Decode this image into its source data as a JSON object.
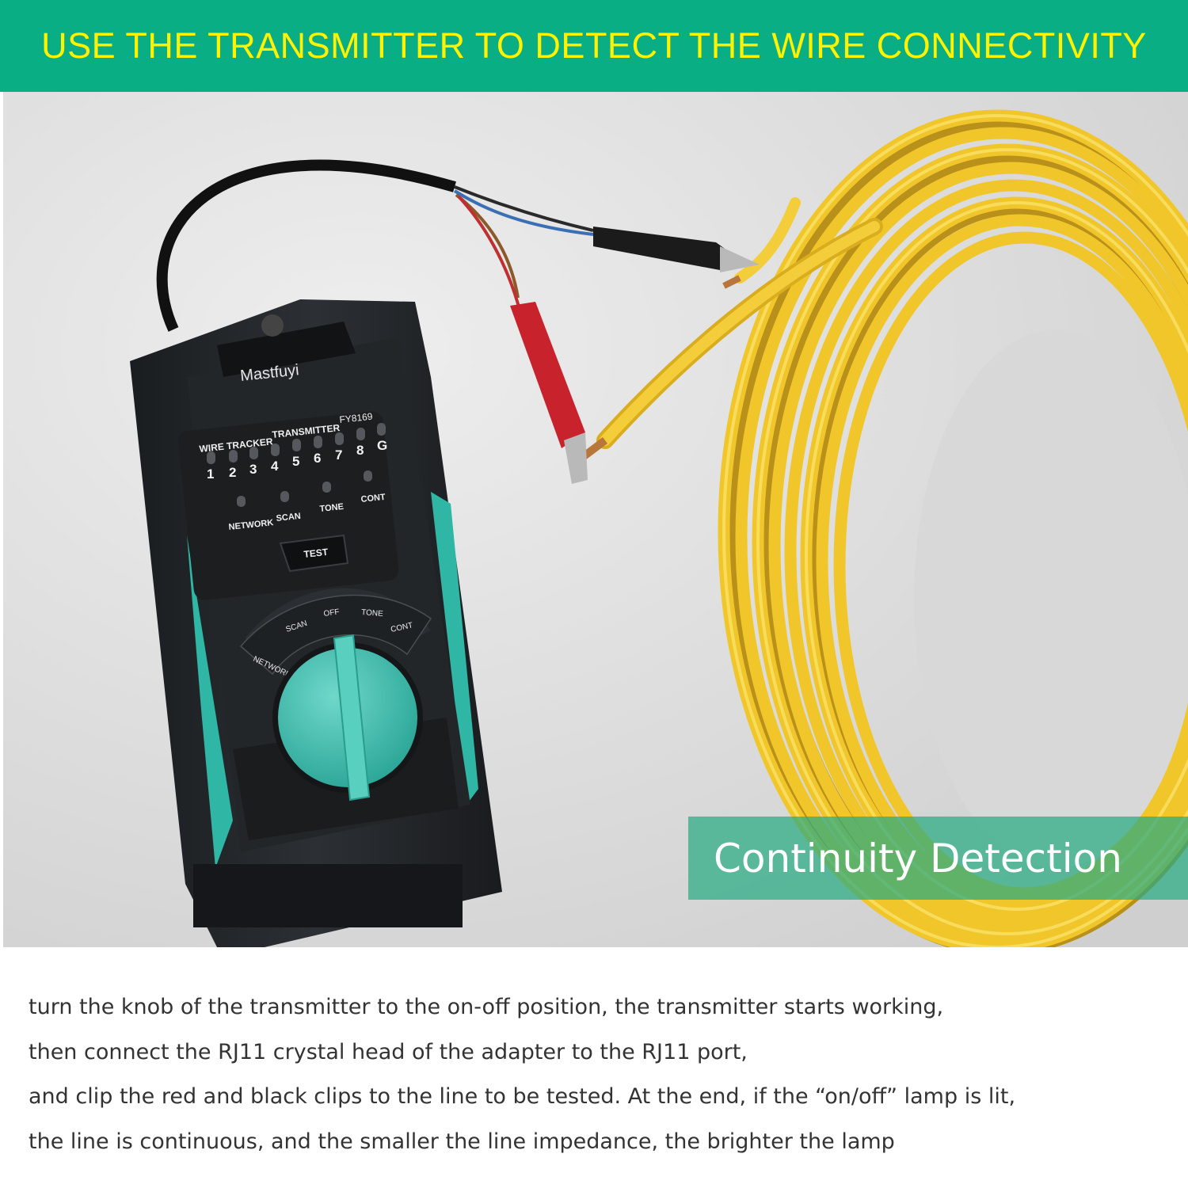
{
  "banner": {
    "title": "USE THE TRANSMITTER TO DETECT THE WIRE CONNECTIVITY"
  },
  "colors": {
    "banner_bg": "#0aae84",
    "banner_text": "#fff200",
    "device_accent": "#3dbfae",
    "cable": "#f1c62a"
  },
  "device": {
    "brand": "Mastfuyi",
    "title_left": "WIRE TRACKER",
    "title_right": "TRANSMITTER",
    "model": "FY8169",
    "leds": [
      "1",
      "2",
      "3",
      "4",
      "5",
      "6",
      "7",
      "8",
      "G"
    ],
    "mode_leds": [
      "NETWORK",
      "SCAN",
      "TONE",
      "CONT"
    ],
    "test_button": "TEST",
    "dial_modes": [
      "NETWORK",
      "SCAN",
      "OFF",
      "TONE",
      "CONT"
    ]
  },
  "overlay": {
    "label": "Continuity Detection"
  },
  "description": {
    "lines": [
      "turn the knob of the transmitter to the on-off position, the transmitter starts working,",
      "then connect the RJ11 crystal head of the adapter to the RJ11 port,",
      "and clip the red and black clips to the line to be tested. At the end, if the “on/off” lamp is lit,",
      "the line is continuous, and the smaller the line impedance, the brighter the lamp"
    ]
  }
}
